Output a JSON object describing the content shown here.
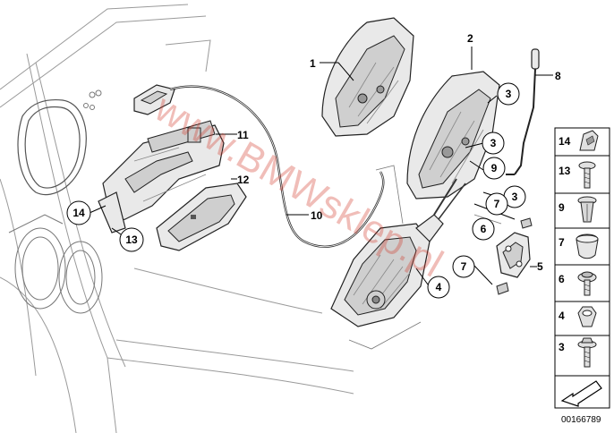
{
  "watermark": "www.BMWsklep.pl",
  "doc_number": "00166789",
  "callouts": [
    {
      "id": "1",
      "label": "1"
    },
    {
      "id": "2",
      "label": "2"
    },
    {
      "id": "3a",
      "label": "3"
    },
    {
      "id": "3b",
      "label": "3"
    },
    {
      "id": "3c",
      "label": "3"
    },
    {
      "id": "4",
      "label": "4"
    },
    {
      "id": "5",
      "label": "5"
    },
    {
      "id": "6",
      "label": "6"
    },
    {
      "id": "7a",
      "label": "7"
    },
    {
      "id": "7b",
      "label": "7"
    },
    {
      "id": "8",
      "label": "8"
    },
    {
      "id": "9",
      "label": "9"
    },
    {
      "id": "10",
      "label": "10"
    },
    {
      "id": "11",
      "label": "11"
    },
    {
      "id": "12",
      "label": "12"
    },
    {
      "id": "13",
      "label": "13"
    },
    {
      "id": "14",
      "label": "14"
    }
  ],
  "legend": [
    {
      "label": "14",
      "icon": "clip-head-icon"
    },
    {
      "label": "13",
      "icon": "screw-icon"
    },
    {
      "label": "9",
      "icon": "expanding-rivet-icon"
    },
    {
      "label": "7",
      "icon": "plug-icon"
    },
    {
      "label": "6",
      "icon": "bolt-washer-icon"
    },
    {
      "label": "4",
      "icon": "hex-nut-icon"
    },
    {
      "label": "3",
      "icon": "flange-screw-icon"
    }
  ]
}
